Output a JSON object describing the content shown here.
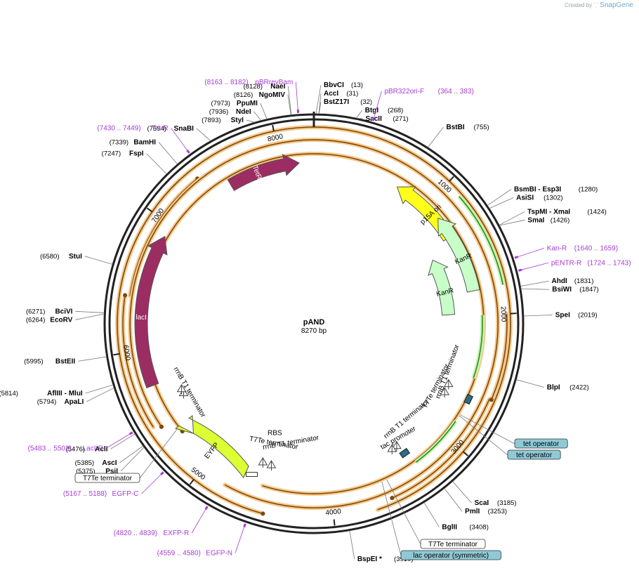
{
  "credit": {
    "prefix": "Created by",
    "brand": "SnapGene"
  },
  "plasmid": {
    "name": "pAND",
    "size": "8270 bp"
  },
  "ticks": [
    {
      "label": "1000",
      "bp": 1000
    },
    {
      "label": "2000",
      "bp": 2000
    },
    {
      "label": "3000",
      "bp": 3000
    },
    {
      "label": "4000",
      "bp": 4000
    },
    {
      "label": "5000",
      "bp": 5000
    },
    {
      "label": "6000",
      "bp": 6000
    },
    {
      "label": "7000",
      "bp": 7000
    },
    {
      "label": "8000",
      "bp": 8000
    }
  ],
  "sites": [
    {
      "name": "BbvCI",
      "pos": "(13)",
      "bp": 13,
      "side": "R"
    },
    {
      "name": "AccI",
      "pos": "(31)",
      "bp": 31,
      "side": "R"
    },
    {
      "name": "BstZ17I",
      "pos": "(32)",
      "bp": 32,
      "side": "R"
    },
    {
      "name": "BtgI",
      "pos": "(268)",
      "bp": 268,
      "side": "R"
    },
    {
      "name": "SacII",
      "pos": "(271)",
      "bp": 271,
      "side": "R"
    },
    {
      "name": "BstBI",
      "pos": "(755)",
      "bp": 755,
      "side": "R"
    },
    {
      "name": "BsmBI - Esp3I",
      "pos": "(1280)",
      "bp": 1280,
      "side": "R"
    },
    {
      "name": "AsiSI",
      "pos": "(1302)",
      "bp": 1302,
      "side": "R"
    },
    {
      "name": "TspMI - XmaI",
      "pos": "(1424)",
      "bp": 1424,
      "side": "R"
    },
    {
      "name": "SmaI",
      "pos": "(1426)",
      "bp": 1426,
      "side": "R"
    },
    {
      "name": "AhdI",
      "pos": "(1831)",
      "bp": 1831,
      "side": "R"
    },
    {
      "name": "BsiWI",
      "pos": "(1847)",
      "bp": 1847,
      "side": "R"
    },
    {
      "name": "SpeI",
      "pos": "(2019)",
      "bp": 2019,
      "side": "R"
    },
    {
      "name": "BlpI",
      "pos": "(2422)",
      "bp": 2422,
      "side": "R"
    },
    {
      "name": "ScaI",
      "pos": "(3185)",
      "bp": 3185,
      "side": "R"
    },
    {
      "name": "PmlI",
      "pos": "(3253)",
      "bp": 3253,
      "side": "R"
    },
    {
      "name": "BglII",
      "pos": "(3408)",
      "bp": 3408,
      "side": "R"
    },
    {
      "name": "BspEI *",
      "pos": "(3910)",
      "bp": 3910,
      "side": "R"
    },
    {
      "name": "PsiI",
      "pos": "(5375)",
      "bp": 5375,
      "side": "L"
    },
    {
      "name": "AscI",
      "pos": "(5385)",
      "bp": 5385,
      "side": "L"
    },
    {
      "name": "AclI",
      "pos": "(5476)",
      "bp": 5476,
      "side": "L"
    },
    {
      "name": "ApaLI",
      "pos": "(5794)",
      "bp": 5794,
      "side": "L"
    },
    {
      "name": "AflIII - MluI",
      "pos": "(5814)",
      "bp": 5814,
      "side": "L"
    },
    {
      "name": "BstEII",
      "pos": "(5995)",
      "bp": 5995,
      "side": "L"
    },
    {
      "name": "EcoRV",
      "pos": "(6264)",
      "bp": 6264,
      "side": "L"
    },
    {
      "name": "BciVI",
      "pos": "(6271)",
      "bp": 6271,
      "side": "L"
    },
    {
      "name": "StuI",
      "pos": "(6580)",
      "bp": 6580,
      "side": "L"
    },
    {
      "name": "FspI",
      "pos": "(7247)",
      "bp": 7247,
      "side": "L"
    },
    {
      "name": "BamHI",
      "pos": "(7339)",
      "bp": 7339,
      "side": "L"
    },
    {
      "name": "SnaBI",
      "pos": "(7594)",
      "bp": 7594,
      "side": "L"
    },
    {
      "name": "StyI",
      "pos": "(7893)",
      "bp": 7893,
      "side": "L"
    },
    {
      "name": "NdeI",
      "pos": "(7936)",
      "bp": 7936,
      "side": "L"
    },
    {
      "name": "PpuMI",
      "pos": "(7973)",
      "bp": 7973,
      "side": "L"
    },
    {
      "name": "NgoMIV",
      "pos": "(8126)",
      "bp": 8126,
      "side": "L"
    },
    {
      "name": "NaeI",
      "pos": "(8128)",
      "bp": 8128,
      "side": "L"
    }
  ],
  "primers": [
    {
      "name": "pBRrevBam",
      "range": "(8163 .. 8182)",
      "bp": 8172
    },
    {
      "name": "pBR322ori-F",
      "range": "(364 .. 383)",
      "bp": 373
    },
    {
      "name": "Kan-R",
      "range": "(1640 .. 1659)",
      "bp": 1650
    },
    {
      "name": "pENTR-R",
      "range": "(1724 .. 1743)",
      "bp": 1733
    },
    {
      "name": "Tet-R",
      "range": "(7430 .. 7449)",
      "bp": 7440
    },
    {
      "name": "LacI-R",
      "range": "(5483 .. 5502)",
      "bp": 5492
    },
    {
      "name": "EGFP-C",
      "range": "(5167 .. 5188)",
      "bp": 5178
    },
    {
      "name": "EXFP-R",
      "range": "(4820 .. 4839)",
      "bp": 4830
    },
    {
      "name": "EGFP-N",
      "range": "(4559 .. 4580)",
      "bp": 4570
    }
  ],
  "boxed": [
    {
      "text": "tet operator",
      "style": "teal",
      "bp": 2800
    },
    {
      "text": "tet operator",
      "style": "teal",
      "bp": 2810
    },
    {
      "text": "T7Te terminator",
      "style": "white",
      "bp": 3560
    },
    {
      "text": "lac operator (symmetric)",
      "style": "teal",
      "bp": 3600
    },
    {
      "text": "T7Te terminator",
      "style": "white",
      "bp": 5340
    }
  ],
  "features": [
    {
      "name": "TetR",
      "color": "#9b2d63",
      "start": 7560,
      "end": 8150,
      "dir": 1,
      "r": 230
    },
    {
      "name": "p15A ori",
      "color": "#ffff1a",
      "start": 1320,
      "end": 720,
      "dir": -1,
      "r": 228
    },
    {
      "name": "KanR",
      "color": "#c8ffc8",
      "start": 1800,
      "end": 1140,
      "dir": -1,
      "r": 232
    },
    {
      "name": "KanR",
      "color": "#c8ffc8",
      "start": 1980,
      "end": 1420,
      "dir": -1,
      "r": 192
    },
    {
      "name": "lacI",
      "color": "#9b2d63",
      "start": 5720,
      "end": 6900,
      "dir": 1,
      "r": 246
    },
    {
      "name": "EYFP",
      "color": "#ddff33",
      "start": 4700,
      "end": 5230,
      "dir": -1,
      "r": 232
    }
  ],
  "feature_labels": [
    {
      "text": "rrnB T1 terminator",
      "bp": 2520,
      "r": 205,
      "rot": -70
    },
    {
      "text": "T7Te terminator",
      "bp": 2690,
      "r": 198,
      "rot": -62
    },
    {
      "text": "rrnB T1 terminator",
      "bp": 3120,
      "r": 192,
      "rot": -40
    },
    {
      "text": "tac promoter",
      "bp": 3300,
      "r": 205,
      "rot": -30
    },
    {
      "text": "rrnB T1 terminator",
      "bp": 4380,
      "r": 175,
      "rot": -10
    },
    {
      "text": "T7Te terminator",
      "bp": 4560,
      "r": 182,
      "rot": 10
    },
    {
      "text": "RBS",
      "bp": 4580,
      "r": 168,
      "rot": 0
    },
    {
      "text": "rrnB T1 terminator",
      "bp": 5540,
      "r": 205,
      "rot": 60
    }
  ]
}
